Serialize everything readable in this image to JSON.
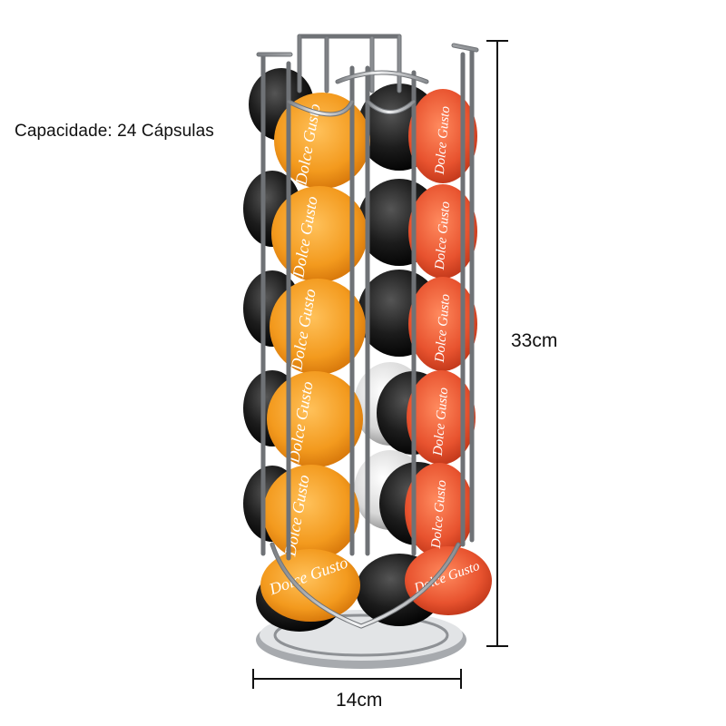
{
  "caption": "Capacidade: 24 Cápsulas",
  "dimensions": {
    "height": "33cm",
    "width": "14cm"
  },
  "capsule_brand_text": "Dolce Gusto",
  "colors": {
    "orange_capsule": "#f39a1e",
    "red_capsule": "#e8532f",
    "black_capsule": "#1c1c1c",
    "grey_capsule": "#d8d8d8",
    "chrome": "#b9bcc0"
  }
}
